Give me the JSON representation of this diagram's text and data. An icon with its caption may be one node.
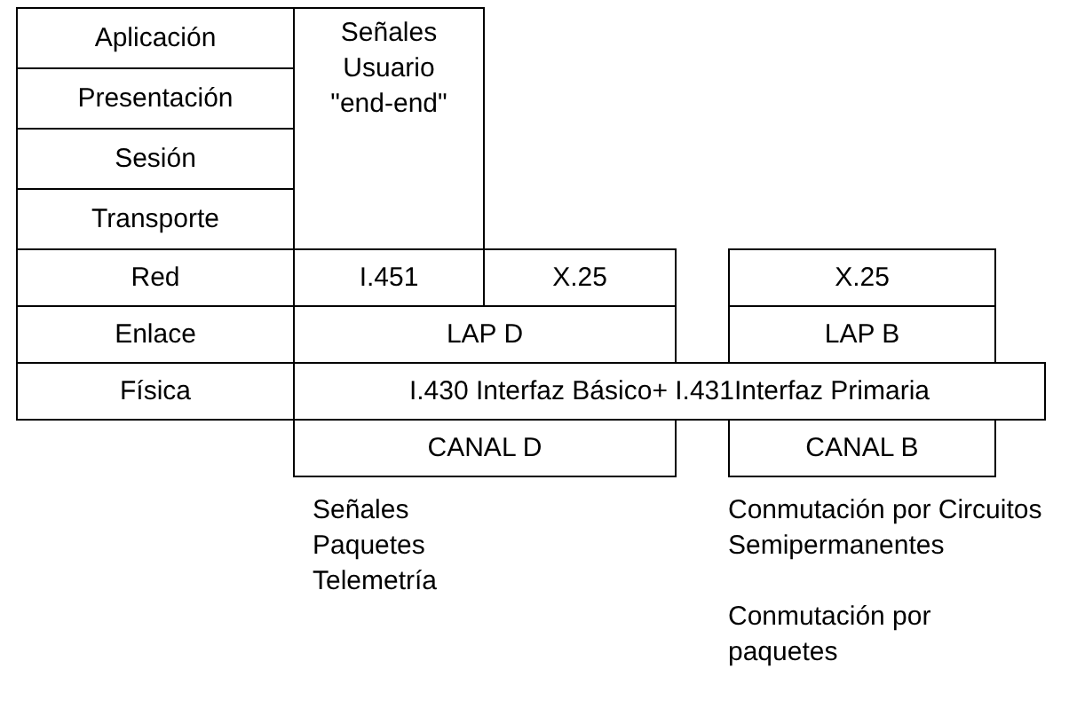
{
  "diagram": {
    "nodes": [
      {
        "text": [
          "Aplicación"
        ]
      },
      {
        "text": [
          "Señales Usuario \"end-end\""
        ]
      },
      {
        "text": [
          "Presentación"
        ]
      },
      {
        "text": [
          "Sesión"
        ]
      },
      {
        "text": [
          "Transporte"
        ]
      },
      {
        "text": [
          "Red"
        ]
      },
      {
        "text": [
          "I.451"
        ]
      },
      {
        "text": [
          "X.25"
        ]
      },
      {
        "text": [
          "X.25"
        ]
      },
      {
        "text": [
          "Enlace"
        ]
      },
      {
        "text": [
          "LAP D"
        ]
      },
      {
        "text": [
          "LAP B"
        ]
      },
      {
        "text": [
          "Física"
        ]
      },
      {
        "text": [
          "I.430 Interfaz Básico+ I.431Interfaz Primaria"
        ]
      },
      {
        "text": [
          "CANAL D"
        ]
      },
      {
        "text": [
          "CANAL B"
        ]
      }
    ],
    "labels": [
      "Señales",
      "Paquetes",
      "Telemetría",
      "Conmutación por Circuitos Semipermanentes",
      "Conmutación por paquetes"
    ]
  }
}
